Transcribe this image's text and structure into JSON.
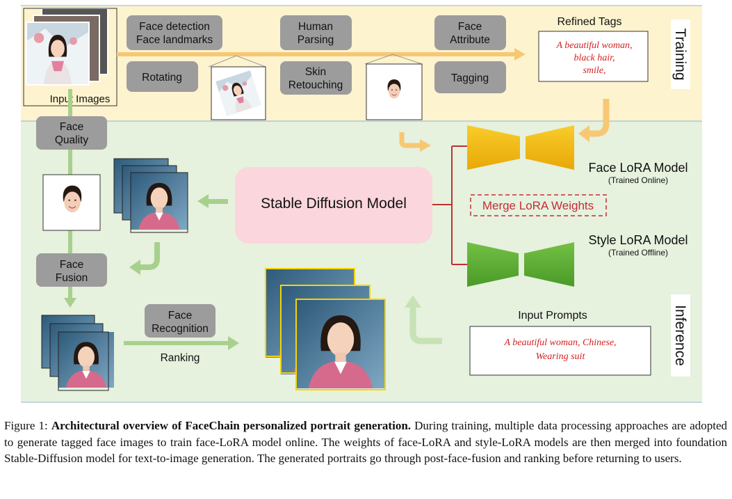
{
  "stages": {
    "training": "Training",
    "inference": "Inference"
  },
  "input_images_label": "Input Images",
  "processing_steps": {
    "face_detection_line1": "Face detection",
    "face_detection_line2": "Face landmarks",
    "rotating": "Rotating",
    "human_parsing_line1": "Human",
    "human_parsing_line2": "Parsing",
    "skin_retouching_line1": "Skin",
    "skin_retouching_line2": "Retouching",
    "face_attribute_line1": "Face",
    "face_attribute_line2": "Attribute",
    "tagging": "Tagging"
  },
  "refined_tags": {
    "title": "Refined Tags",
    "line1": "A beautiful woman,",
    "line2": "black hair,",
    "line3": "smile,"
  },
  "face_quality": {
    "line1": "Face",
    "line2": "Quality"
  },
  "face_fusion": {
    "line1": "Face",
    "line2": "Fusion"
  },
  "face_recognition": {
    "line1": "Face",
    "line2": "Recognition"
  },
  "ranking": "Ranking",
  "stable_diffusion": "Stable Diffusion Model",
  "merge_lora": "Merge LoRA Weights",
  "face_lora": {
    "title": "Face LoRA Model",
    "subtitle": "(Trained Online)"
  },
  "style_lora": {
    "title": "Style LoRA Model",
    "subtitle": "(Trained Offline)"
  },
  "input_prompts": {
    "title": "Input Prompts",
    "line1": "A beautiful woman, Chinese,",
    "line2": "Wearing suit"
  },
  "caption": {
    "prefix": "Figure 1: ",
    "title": "Architectural overview of FaceChain personalized portrait generation.",
    "body": " During training, multiple data processing approaches are adopted to generate tagged face images to train face-LoRA model online. The weights of face-LoRA and style-LoRA models are then merged into foundation Stable-Diffusion model for text-to-image generation. The generated portraits go through post-face-fusion and ranking before returning to users."
  },
  "colors": {
    "training_bg": "#fdf3cf",
    "inference_bg": "#e6f1de",
    "step_box": "#9c9c9c",
    "orange_arrow": "#f7c873",
    "green_arrow": "#a8d08d",
    "face_lora": "#f2b90f",
    "style_lora": "#5cae32",
    "sd_box": "#fbd6dc",
    "red_text": "#d42020"
  }
}
